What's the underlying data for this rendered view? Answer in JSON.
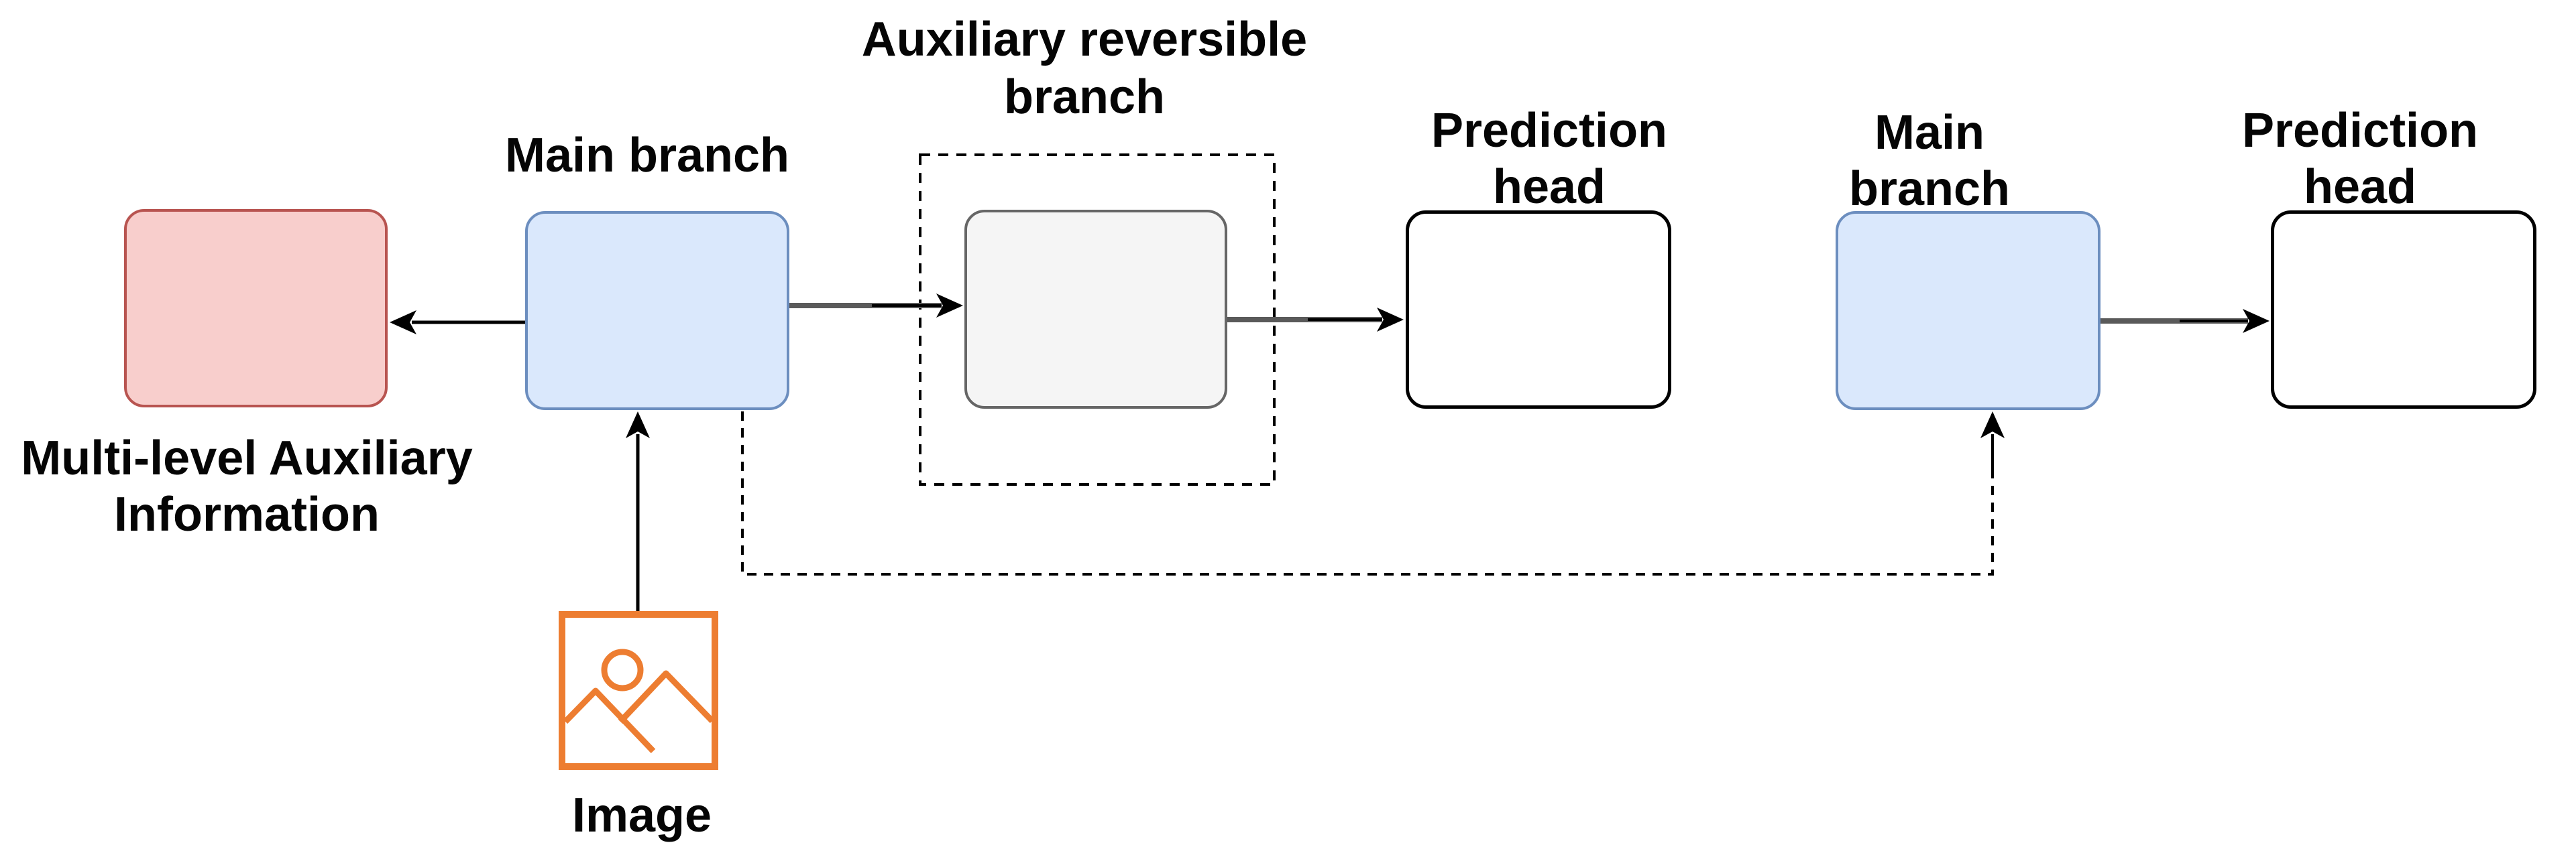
{
  "figure": {
    "background": "#ffffff",
    "nodes": {
      "multi_level_aux_info": {
        "label_line1": "Multi-level Auxiliary",
        "label_line2": "Information",
        "fill": "#f8cecc",
        "stroke": "#b85450"
      },
      "main_branch_1": {
        "label": "Main branch",
        "fill": "#dae8fc",
        "stroke": "#6c8ebf"
      },
      "aux_reversible_branch": {
        "label_line1": "Auxiliary reversible",
        "label_line2": "branch",
        "fill": "#f5f5f5",
        "stroke": "#666666",
        "container_style": "dashed"
      },
      "prediction_head_1": {
        "label_line1": "Prediction",
        "label_line2": "head",
        "fill": "#ffffff",
        "stroke": "#000000"
      },
      "main_branch_2": {
        "label_line1": "Main",
        "label_line2": "branch",
        "fill": "#dae8fc",
        "stroke": "#6c8ebf"
      },
      "prediction_head_2": {
        "label_line1": "Prediction",
        "label_line2": "head",
        "fill": "#ffffff",
        "stroke": "#000000"
      },
      "image_input": {
        "label": "Image",
        "icon": "image-icon",
        "accent": "#ed7d31"
      }
    },
    "edges": {
      "arrow_gray": "#5a5a5a",
      "arrow_black": "#000000",
      "dashed_feedback_color": "#000000"
    }
  }
}
